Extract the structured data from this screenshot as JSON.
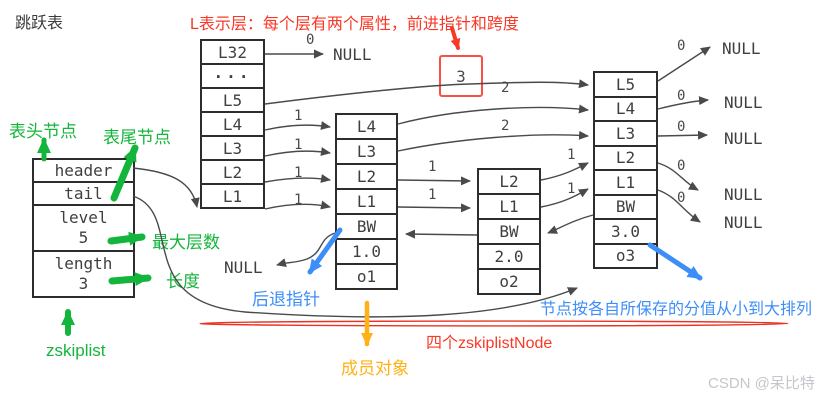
{
  "page": {
    "title": "跳跃表",
    "watermark": "CSDN @呆比特"
  },
  "annotations": {
    "layer_note": "L表示层：每个层有两个属性，前进指针和跨度",
    "head_node_label": "表头节点",
    "tail_node_label": "表尾节点",
    "max_level_label": "最大层数",
    "length_label": "长度",
    "zskiplist_label": "zskiplist",
    "back_pointer_label": "后退指针",
    "member_object_label": "成员对象",
    "four_nodes_label": "四个zskiplistNode",
    "sorted_note": "节点按各自所保存的分值从小到大排列"
  },
  "null_text": "NULL",
  "zskiplist_struct": {
    "rows": [
      {
        "label": "header",
        "value": ""
      },
      {
        "label": "tail",
        "value": ""
      },
      {
        "label": "level",
        "value": "5"
      },
      {
        "label": "length",
        "value": "3"
      }
    ]
  },
  "header_column": {
    "cells": [
      "L32",
      "···",
      "L5",
      "L4",
      "L3",
      "L2",
      "L1"
    ]
  },
  "node1": {
    "cells": [
      "L4",
      "L3",
      "L2",
      "L1",
      "BW",
      "1.0",
      "o1"
    ]
  },
  "node2": {
    "cells": [
      "L2",
      "L1",
      "BW",
      "2.0",
      "o2"
    ]
  },
  "node3": {
    "cells": [
      "L5",
      "L4",
      "L3",
      "L2",
      "L1",
      "BW",
      "3.0",
      "o3"
    ]
  },
  "spans": {
    "l32": "0",
    "h_l5_boxed": "3",
    "h_l4": "1",
    "h_l3": "1",
    "h_l2": "1",
    "h_l1": "1",
    "n1_l4": "2",
    "n1_l3": "2",
    "n1_l2": "1",
    "n1_l1": "1",
    "n2_l2": "1",
    "n2_l1": "1",
    "n3_l5": "0",
    "n3_l4": "0",
    "n3_l3": "0",
    "n3_l2": "0",
    "n3_l1": "0"
  },
  "colors": {
    "green": "#14b53c",
    "red": "#f93827",
    "blue": "#3e8ef7",
    "orange": "#ffb217",
    "line": "#4a4a4a",
    "border": "#2d2d2d"
  }
}
